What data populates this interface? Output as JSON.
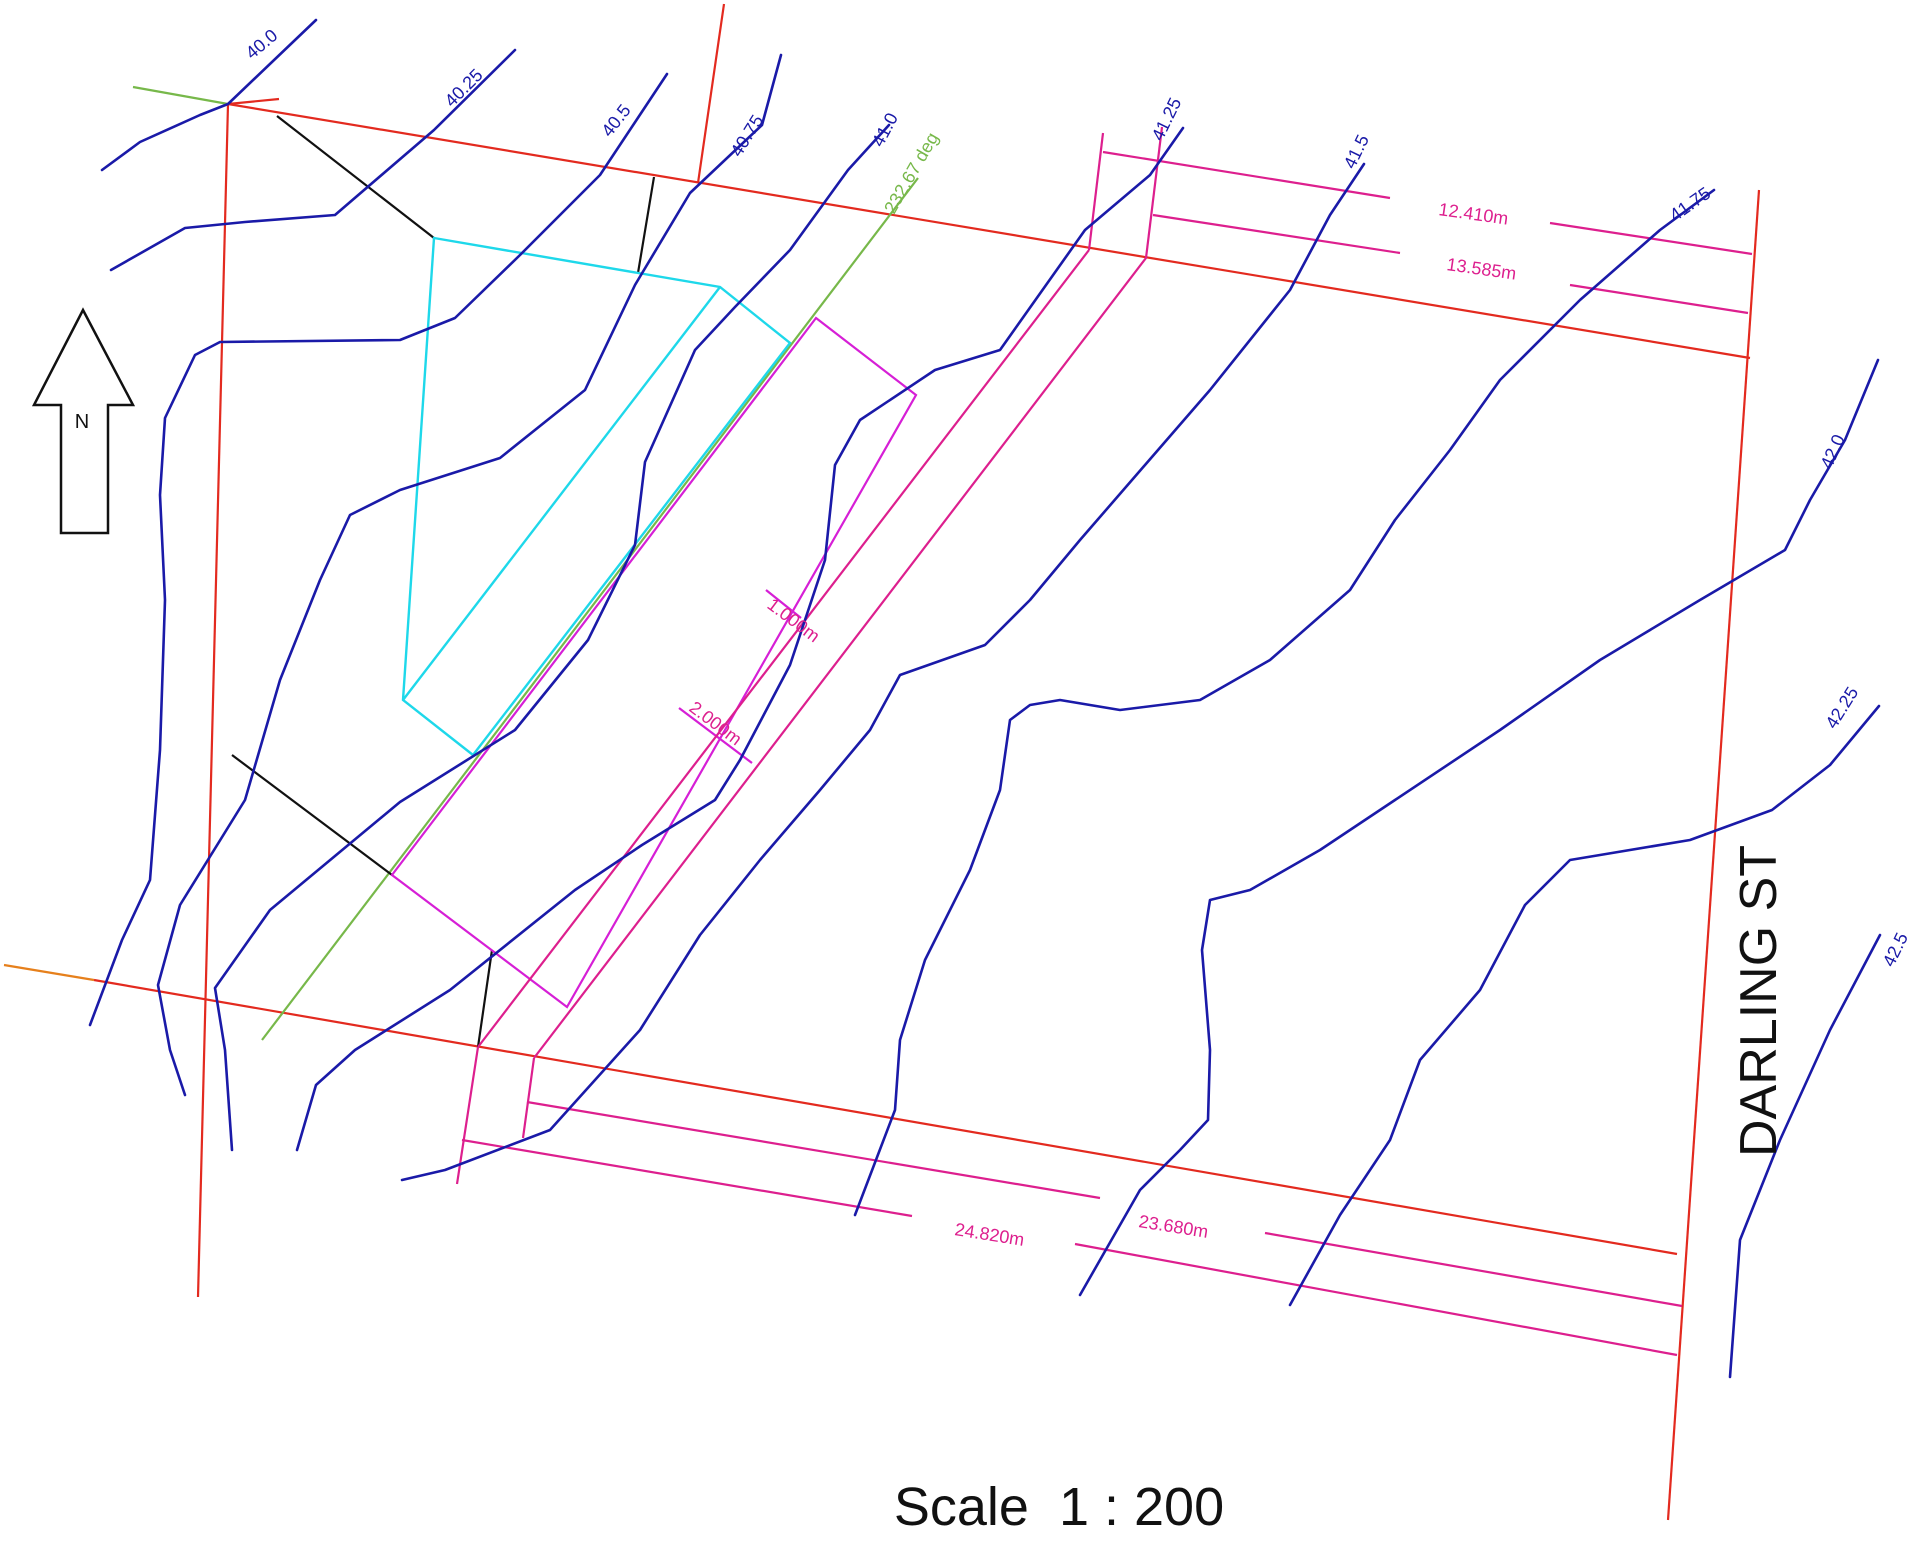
{
  "north_arrow": {
    "label": "N",
    "icon": "north-arrow-icon"
  },
  "street_name": "DARLING ST",
  "scale_text": "Scale  1 : 200",
  "bearing_label": "232.67 deg",
  "contours": [
    {
      "label": "40.0"
    },
    {
      "label": "40.25"
    },
    {
      "label": "40.5"
    },
    {
      "label": "40.75"
    },
    {
      "label": "41.0"
    },
    {
      "label": "41.25"
    },
    {
      "label": "41.5"
    },
    {
      "label": "41.75"
    },
    {
      "label": "42.0"
    },
    {
      "label": "42.25"
    },
    {
      "label": "42.5"
    }
  ],
  "dimensions": {
    "top_inner": "12.410m",
    "top_outer": "13.585m",
    "bottom_inner": "23.680m",
    "bottom_outer": "24.820m",
    "offset_small": "1.000m",
    "offset_large": "2.000m"
  },
  "colors": {
    "contour": "#1a1aa8",
    "boundary": "#e32a1f",
    "dimension": "#dd1f8e",
    "building_outline": "#d61fd6",
    "existing_building": "#1ed8ea",
    "bearing_line": "#77b84a"
  }
}
